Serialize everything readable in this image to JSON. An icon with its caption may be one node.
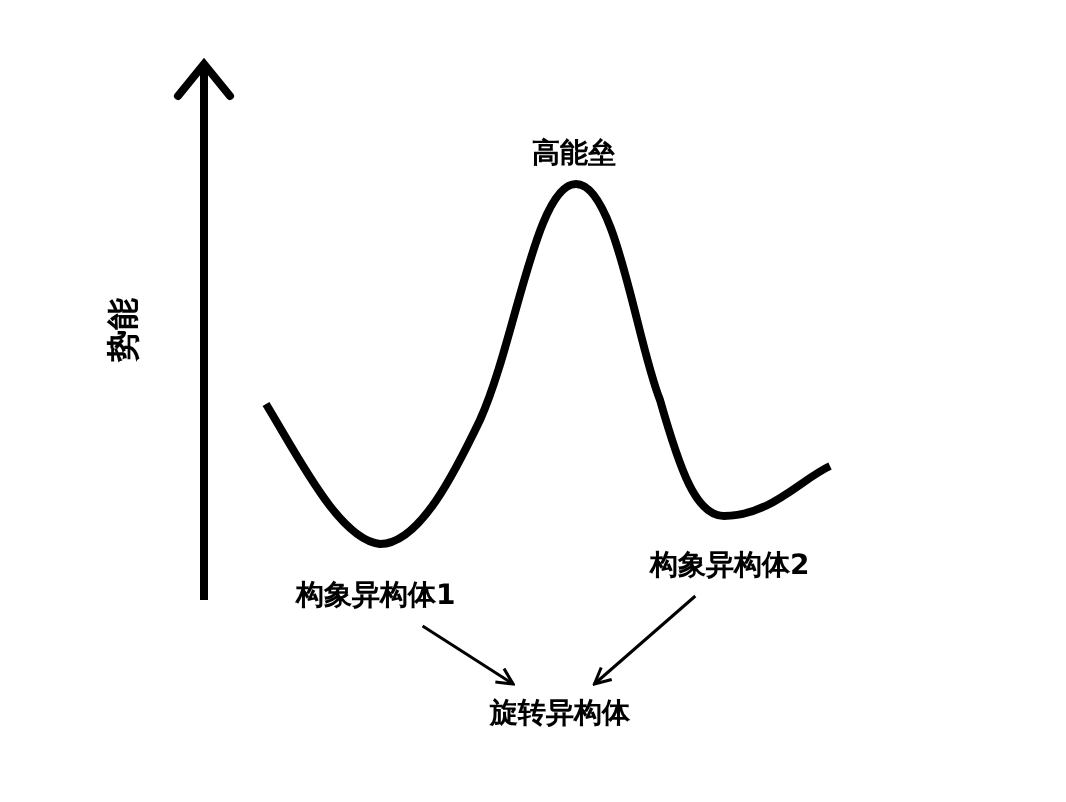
{
  "diagram": {
    "nodes": [
      {
        "text": [
          "构象异构体1"
        ]
      },
      {
        "text": [
          "构象异构体2"
        ]
      },
      {
        "text": [
          "旋转异构体"
        ]
      }
    ],
    "edges": [
      {
        "from": 0,
        "to": 2,
        "arrow": "to"
      },
      {
        "from": 1,
        "to": 2,
        "arrow": "to"
      }
    ],
    "labels": [
      "势能",
      "高能垒"
    ]
  }
}
